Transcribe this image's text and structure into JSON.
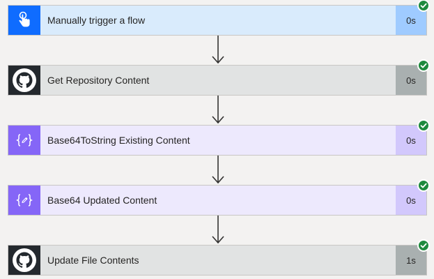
{
  "flow": {
    "steps": [
      {
        "title": "Manually trigger a flow",
        "duration": "0s",
        "icon": "hand-pointer-icon",
        "kind": "trigger",
        "status": "succeeded"
      },
      {
        "title": "Get Repository Content",
        "duration": "0s",
        "icon": "github-icon",
        "kind": "github",
        "status": "succeeded"
      },
      {
        "title": "Base64ToString Existing Content",
        "duration": "0s",
        "icon": "data-operation-icon",
        "kind": "data",
        "status": "succeeded"
      },
      {
        "title": "Base64 Updated Content",
        "duration": "0s",
        "icon": "data-operation-icon",
        "kind": "data",
        "status": "succeeded"
      },
      {
        "title": "Update File Contents",
        "duration": "1s",
        "icon": "github-icon",
        "kind": "github",
        "status": "succeeded"
      }
    ]
  },
  "colors": {
    "trigger_icon": "#0f6cff",
    "trigger_bg": "#d9ebfc",
    "github_icon": "#24292e",
    "github_bg": "#e1e3e3",
    "data_icon": "#8566f7",
    "data_bg": "#ede9fd",
    "success": "#1e8a3e"
  }
}
